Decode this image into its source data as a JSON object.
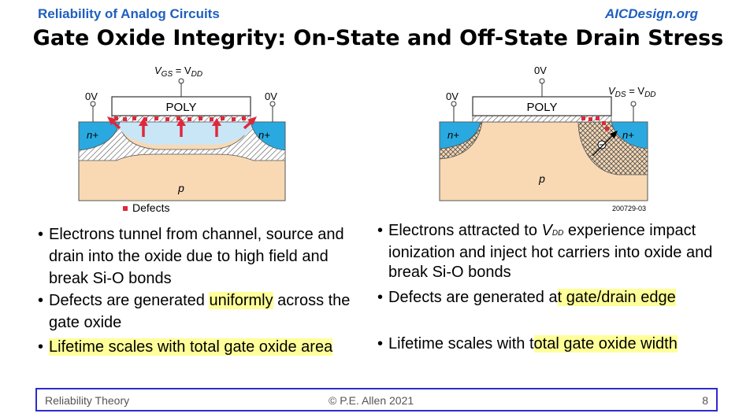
{
  "header": {
    "left": "Reliability of Analog Circuits",
    "right": "AICDesign.org"
  },
  "title": "Gate Oxide Integrity: On-State and Off-State Drain Stress",
  "left_diagram": {
    "vgs_label": "V",
    "vgs_sub": "GS",
    "vgs_eq": " = V",
    "vgs_sub2": "DD",
    "left_voltage": "0V",
    "right_voltage": "0V",
    "poly_label": "POLY",
    "n_left": "n+",
    "n_right": "n+",
    "substrate": "p",
    "defects_legend": "Defects"
  },
  "right_diagram": {
    "gate_voltage": "0V",
    "left_voltage": "0V",
    "vds_label": "V",
    "vds_sub": "DS",
    "vds_eq": " = V",
    "vds_sub2": "DD",
    "poly_label": "POLY",
    "n_left": "n+",
    "n_right": "n+",
    "substrate": "p",
    "figure_id": "200729-03"
  },
  "left_bullets": [
    {
      "parts": [
        "Electrons tunnel from channel, source and drain into the oxide due to high field and break Si-O bonds"
      ]
    },
    {
      "parts": [
        "Defects are generated ",
        "uniformly",
        " across the gate oxide"
      ]
    },
    {
      "parts": [
        "Lifetime scales with total gate oxide area"
      ]
    }
  ],
  "right_bullets": [
    {
      "a": "Electrons attracted to ",
      "v": "V",
      "vsub": "DD",
      "b": " experience impact ionization and inject hot carriers into oxide and break Si-O bonds"
    },
    {
      "parts": [
        "Defects are generated a",
        "t gate/drain edge"
      ]
    },
    {
      "parts": [
        "Lifetime scales with t",
        "otal gate oxide width"
      ]
    }
  ],
  "footer": {
    "left": "Reliability Theory",
    "center": "© P.E. Allen 2021",
    "page": "8"
  },
  "colors": {
    "header_blue": "#1f5fbf",
    "highlight": "#ffff99",
    "footer_border": "#2c2cd0",
    "defect_red": "#e0283a",
    "n_region": "#29a9e0",
    "substrate": "#f8d9b4"
  }
}
